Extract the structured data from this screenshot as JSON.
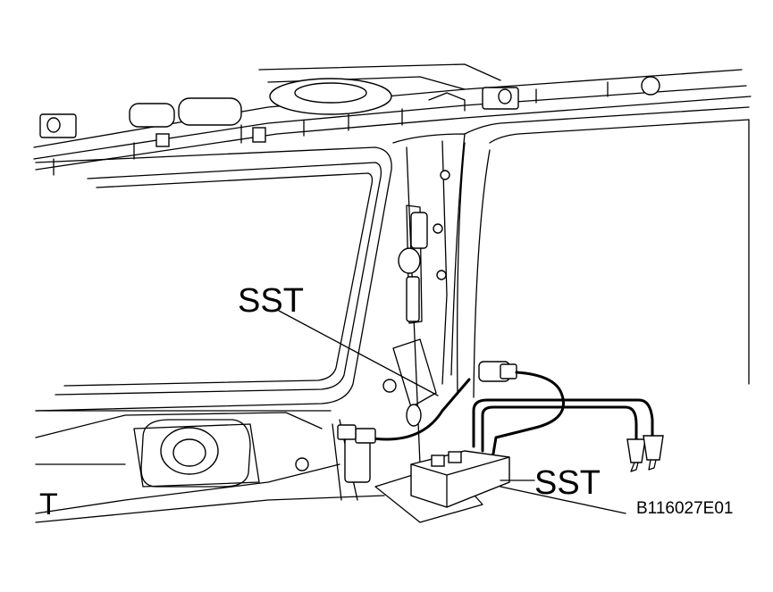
{
  "labels": {
    "sst_upper": "SST",
    "sst_right": "SST",
    "view_mark": "T",
    "figure_code": "B116027E01"
  }
}
